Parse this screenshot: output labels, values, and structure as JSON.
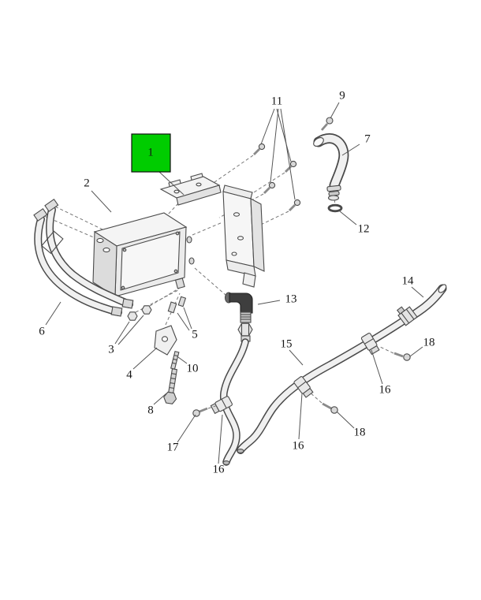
{
  "diagram": {
    "type": "exploded-parts-diagram",
    "background_color": "#ffffff",
    "line_color": "#4a4a4a",
    "highlight": {
      "label": "1",
      "color": "#00cc00"
    },
    "callouts": {
      "part2": "2",
      "part3": "3",
      "part4": "4",
      "part5": "5",
      "part6": "6",
      "part7": "7",
      "part8": "8",
      "part9": "9",
      "part10": "10",
      "part11": "11",
      "part12": "12",
      "part13": "13",
      "part14": "14",
      "part15": "15",
      "part16_left": "16",
      "part16_mid": "16",
      "part16_right": "16",
      "part17": "17",
      "part18_mid": "18",
      "part18_right": "18"
    }
  }
}
